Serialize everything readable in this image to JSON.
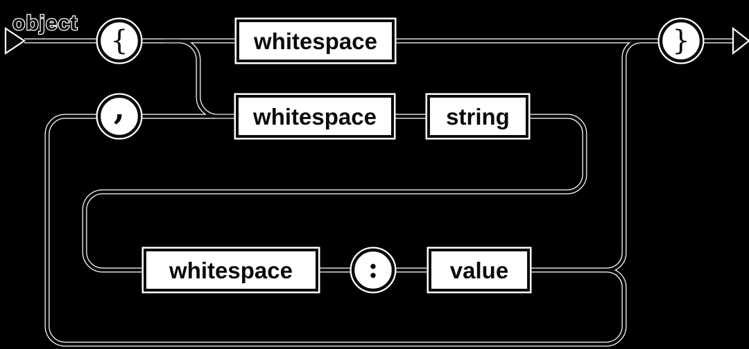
{
  "diagram": {
    "title": "object",
    "terminals": {
      "open_brace": "{",
      "close_brace": "}",
      "comma": ",",
      "colon": ":"
    },
    "nodes": {
      "whitespace_top": "whitespace",
      "whitespace_middle": "whitespace",
      "string": "string",
      "whitespace_bottom": "whitespace",
      "value": "value"
    },
    "colors": {
      "background": "#000000",
      "line": "#0a0a0a",
      "outline": "#ffffff",
      "node_fill": "#ffffff",
      "label_text": "#0a0a0a"
    }
  }
}
